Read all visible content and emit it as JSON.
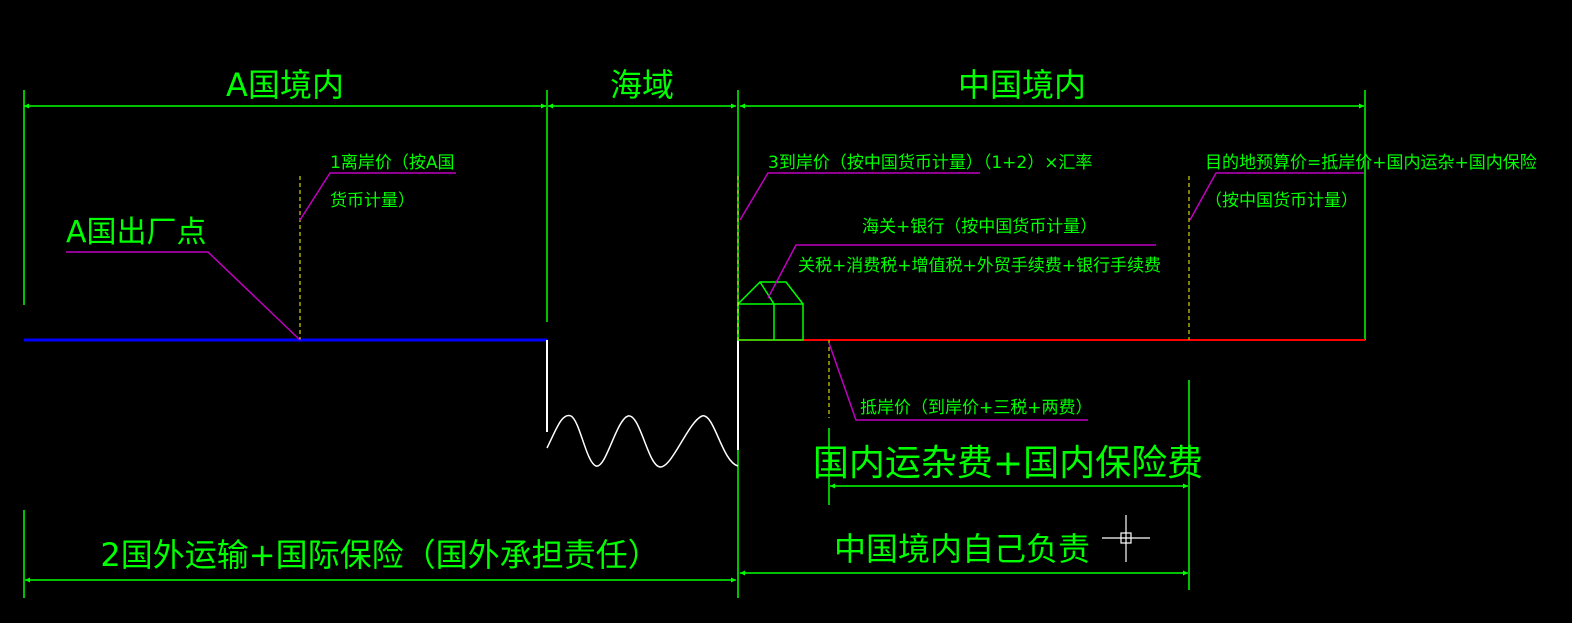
{
  "regions": {
    "country_a": "A国境内",
    "sea": "海域",
    "china": "中国境内"
  },
  "labels": {
    "factory_point": "A国出厂点",
    "fob_line1": "1离岸价（按A国",
    "fob_line2": "货币计量）",
    "cif": "3到岸价（按中国货币计量）（1+2）×汇率",
    "destination_line1": "目的地预算价=抵岸价+国内运杂+国内保险",
    "destination_line2": "（按中国货币计量）",
    "customs_bank": "海关+银行（按中国货币计量）",
    "taxes_fees": "关税+消费税+增值税+外贸手续费+银行手续费",
    "landed_price": "抵岸价（到岸价+三税+两费）"
  },
  "spans": {
    "domestic_costs": "国内运杂费+国内保险费",
    "china_responsibility": "中国境内自己负责",
    "foreign_transport": "2国外运输+国际保险（国外承担责任）"
  },
  "colors": {
    "background": "#000000",
    "dimension": "#00ff00",
    "leader": "#c000c0",
    "foreign_baseline": "#0000ff",
    "domestic_baseline": "#ff0000",
    "dashed_marker": "#ffff00",
    "sea_wave": "#ffffff"
  }
}
